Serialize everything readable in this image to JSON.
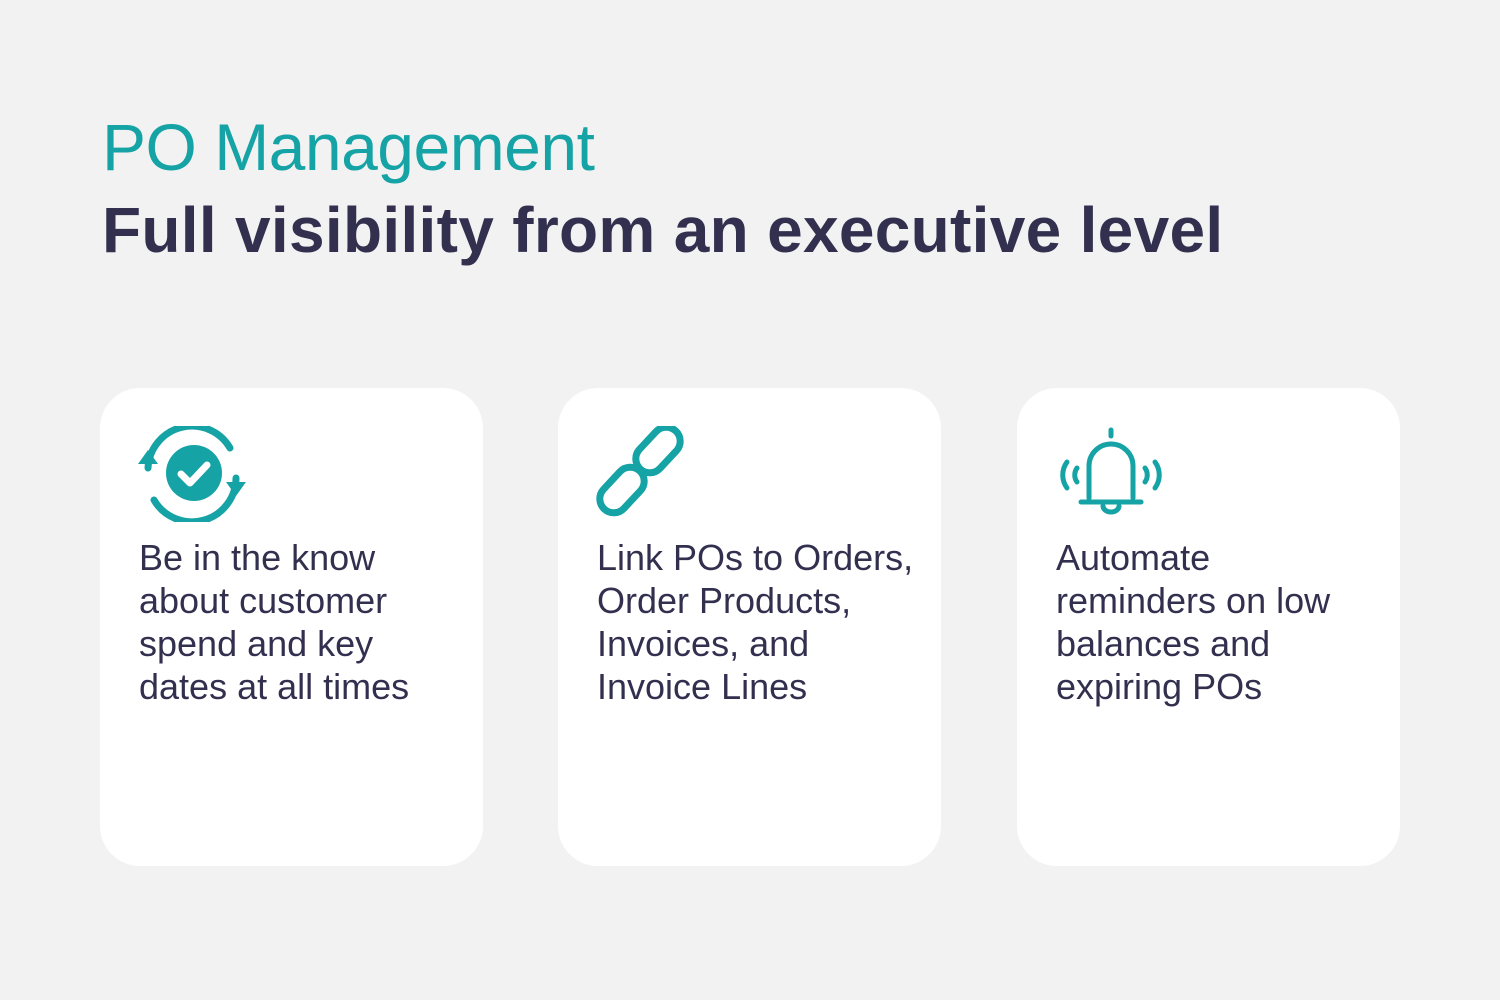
{
  "header": {
    "eyebrow": "PO Management",
    "headline": "Full visibility from an executive level"
  },
  "colors": {
    "accent": "#16a3a5",
    "text": "#33304f",
    "background": "#f2f2f2",
    "card": "#ffffff"
  },
  "cards": [
    {
      "icon": "sync-check-icon",
      "text": "Be in the know about customer spend and key dates at all times"
    },
    {
      "icon": "link-icon",
      "text": "Link POs to Orders, Order Products, Invoices, and Invoice Lines"
    },
    {
      "icon": "bell-ringing-icon",
      "text": "Automate reminders on low balances and expiring POs"
    }
  ]
}
